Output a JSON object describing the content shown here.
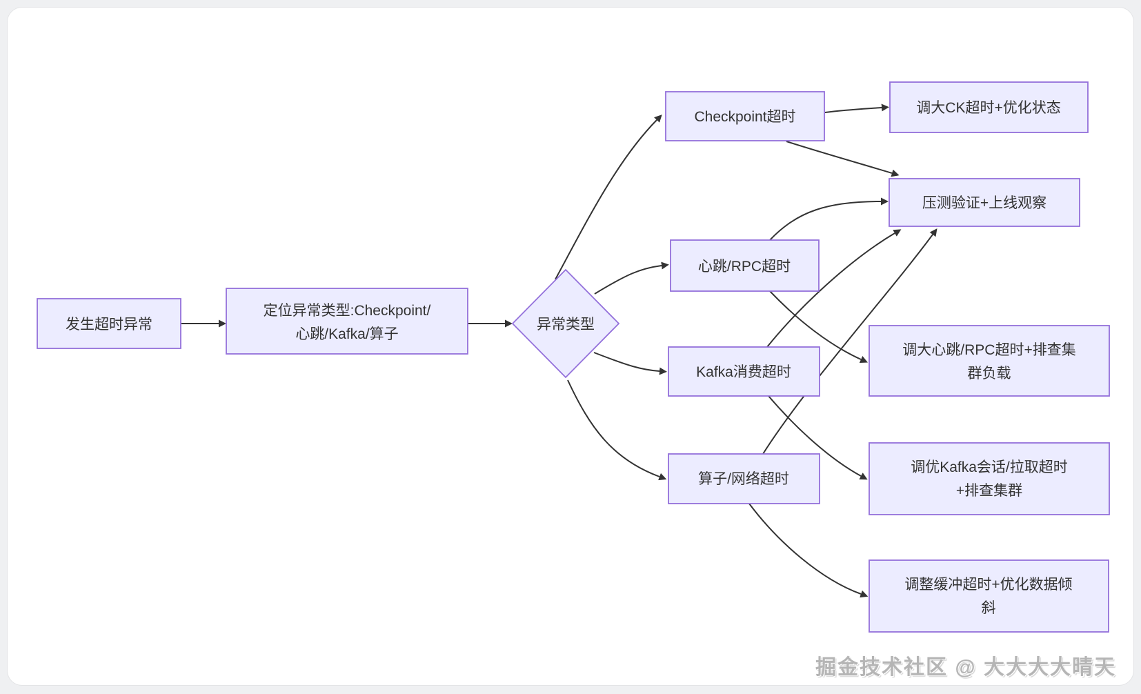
{
  "page": {
    "watermark": "掘金技术社区 @ 大大大大晴天"
  },
  "colors": {
    "node_fill": "#ECECFF",
    "node_border": "#9370DB",
    "edge": "#333333",
    "text": "#333333",
    "card_background": "#ffffff"
  },
  "nodes": {
    "start": {
      "label": "发生超时异常"
    },
    "locate": {
      "line1": "定位异常类型:Checkpoint/",
      "line2": "心跳/Kafka/算子"
    },
    "decision": {
      "label": "异常类型",
      "shape": "diamond"
    },
    "checkpoint": {
      "label": "Checkpoint超时"
    },
    "heartbeat": {
      "label": "心跳/RPC超时"
    },
    "kafka": {
      "label": "Kafka消费超时"
    },
    "operator": {
      "label": "算子/网络超时"
    },
    "fix_ck": {
      "label": "调大CK超时+优化状态"
    },
    "verify": {
      "label": "压测验证+上线观察"
    },
    "fix_heartbeat": {
      "line1": "调大心跳/RPC超时+排查集",
      "line2": "群负载"
    },
    "fix_kafka": {
      "line1": "调优Kafka会话/拉取超时",
      "line2": "+排查集群"
    },
    "fix_operator": {
      "line1": "调整缓冲超时+优化数据倾",
      "line2": "斜"
    }
  },
  "connections": [
    {
      "from": "start",
      "to": "locate"
    },
    {
      "from": "locate",
      "to": "decision"
    },
    {
      "from": "decision",
      "to": "checkpoint"
    },
    {
      "from": "decision",
      "to": "heartbeat"
    },
    {
      "from": "decision",
      "to": "kafka"
    },
    {
      "from": "decision",
      "to": "operator"
    },
    {
      "from": "checkpoint",
      "to": "fix_ck"
    },
    {
      "from": "checkpoint",
      "to": "verify"
    },
    {
      "from": "heartbeat",
      "to": "verify"
    },
    {
      "from": "heartbeat",
      "to": "fix_heartbeat"
    },
    {
      "from": "kafka",
      "to": "verify"
    },
    {
      "from": "kafka",
      "to": "fix_kafka"
    },
    {
      "from": "operator",
      "to": "verify"
    },
    {
      "from": "operator",
      "to": "fix_operator"
    }
  ]
}
